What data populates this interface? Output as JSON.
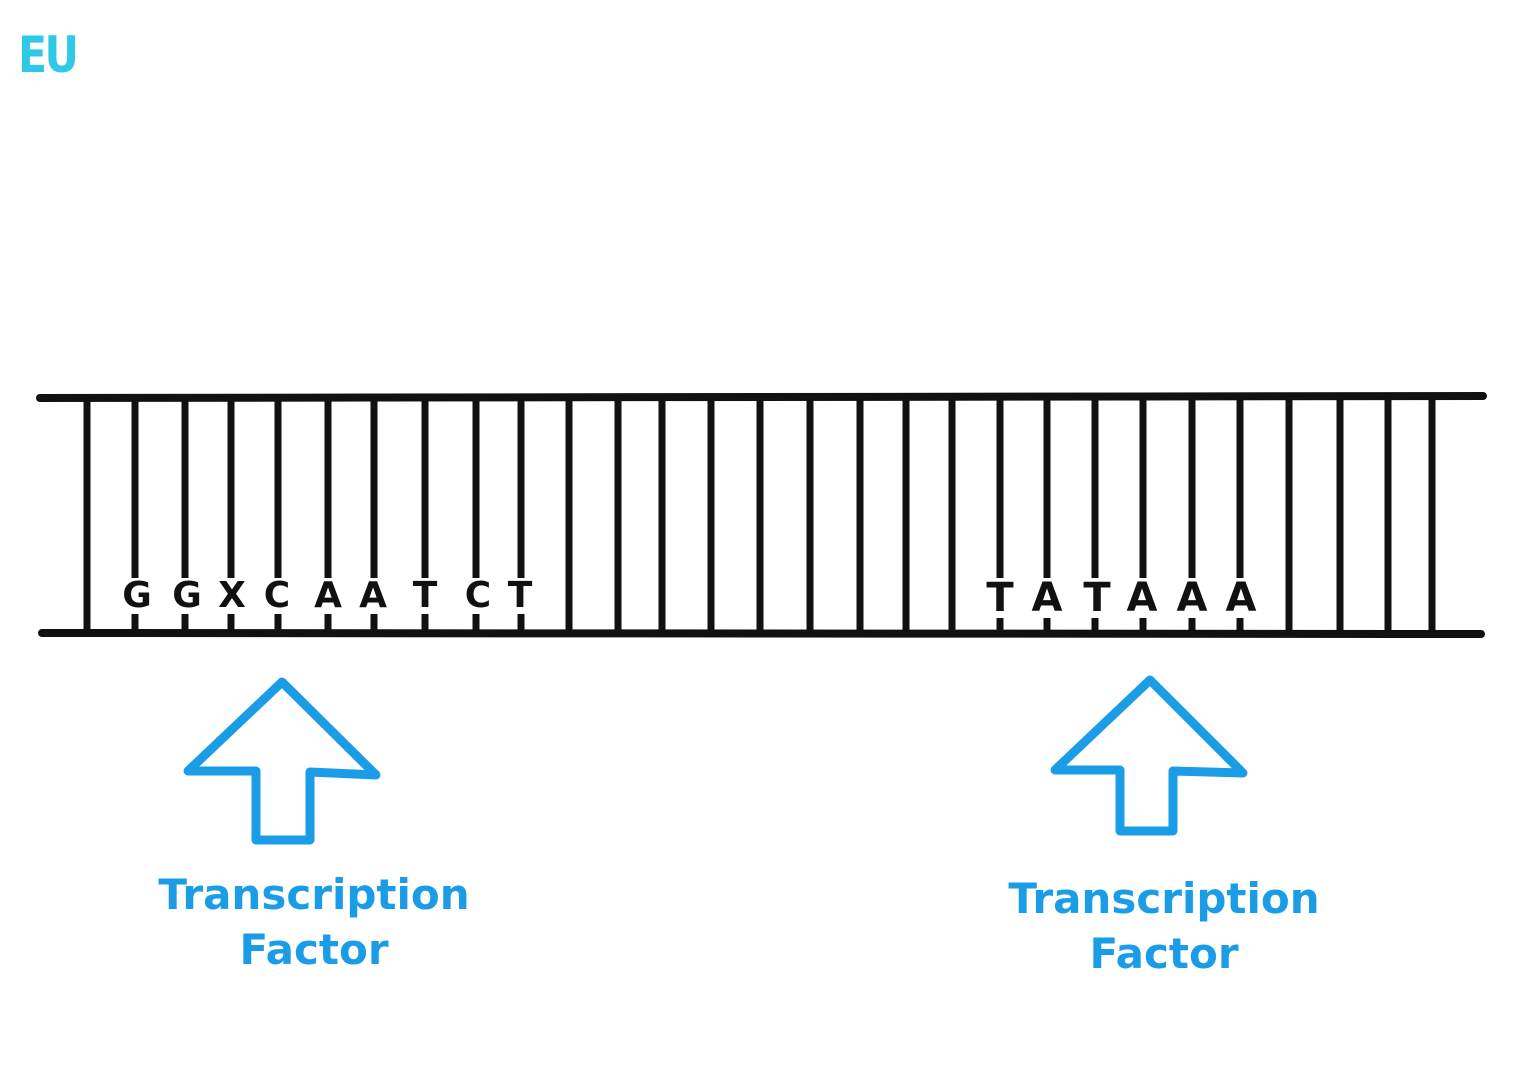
{
  "logo": "EU",
  "colors": {
    "dna": "#111111",
    "arrow": "#1a9de6",
    "logo": "#2ec8e8"
  },
  "caat_box": {
    "bases": [
      "G",
      "G",
      "X",
      "C",
      "A",
      "A",
      "T",
      "C",
      "T"
    ]
  },
  "tata_box": {
    "bases": [
      "T",
      "A",
      "T",
      "A",
      "A",
      "A"
    ]
  },
  "factors": [
    {
      "line1": "Transcription",
      "line2": "Factor"
    },
    {
      "line1": "Transcription",
      "line2": "Factor"
    }
  ]
}
